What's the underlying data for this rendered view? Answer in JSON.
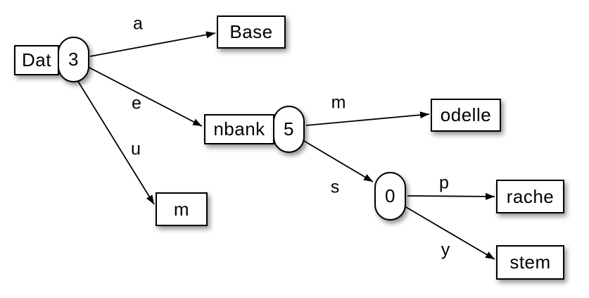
{
  "diagram": {
    "kind": "trie",
    "background_color": "#ffffff",
    "node_fill_color": "#ffffff",
    "node_stroke_color": "#000000",
    "text_color": "#000000",
    "nodes": [
      {
        "id": "dat",
        "shape": "rect",
        "label": "Dat"
      },
      {
        "id": "dat-count",
        "shape": "oval",
        "label": "3"
      },
      {
        "id": "base",
        "shape": "rect",
        "label": "Base"
      },
      {
        "id": "nbank",
        "shape": "rect",
        "label": "nbank"
      },
      {
        "id": "nbank-count",
        "shape": "oval",
        "label": "5"
      },
      {
        "id": "m",
        "shape": "rect",
        "label": "m"
      },
      {
        "id": "odelle",
        "shape": "rect",
        "label": "odelle"
      },
      {
        "id": "zero-count",
        "shape": "oval",
        "label": "0"
      },
      {
        "id": "rache",
        "shape": "rect",
        "label": "rache"
      },
      {
        "id": "stem",
        "shape": "rect",
        "label": "stem"
      }
    ],
    "edges": [
      {
        "from": "3",
        "to": "Base",
        "label": "a"
      },
      {
        "from": "3",
        "to": "nbank",
        "label": "e"
      },
      {
        "from": "3",
        "to": "m",
        "label": "u"
      },
      {
        "from": "5",
        "to": "odelle",
        "label": "m"
      },
      {
        "from": "5",
        "to": "0",
        "label": "s"
      },
      {
        "from": "0",
        "to": "rache",
        "label": "p"
      },
      {
        "from": "0",
        "to": "stem",
        "label": "y"
      }
    ]
  }
}
